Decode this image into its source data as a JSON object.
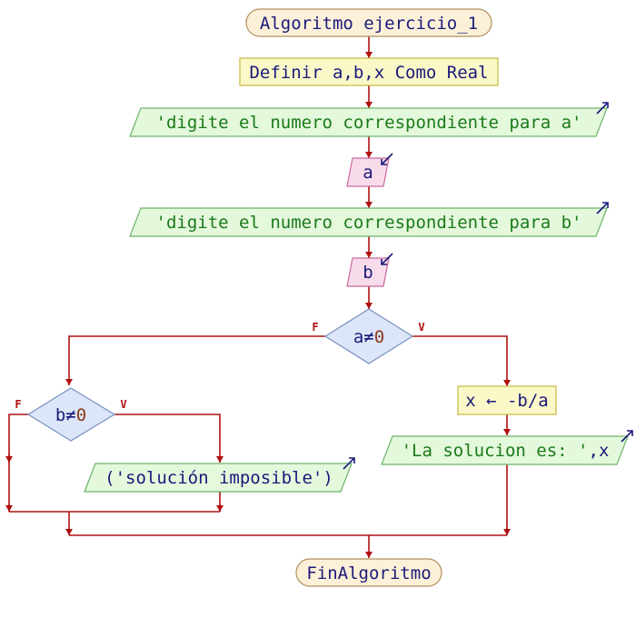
{
  "flowchart": {
    "start_label": "Algoritmo ejercicio_1",
    "define_label": "Definir a,b,x Como Real",
    "output1_label": "'digite el numero correspondiente para a'",
    "read_a_label": "a",
    "output2_label": "'digite el numero correspondiente para b'",
    "read_b_label": "b",
    "decision1": {
      "left": "a",
      "op": "≠",
      "right": "0"
    },
    "decision2": {
      "left": "b",
      "op": "≠",
      "right": "0"
    },
    "false_label": "F",
    "true_label": "V",
    "assign_label": "x ← -b/a",
    "output3": {
      "text": "'La solucion es: '",
      "suffix": ",x"
    },
    "output4_label": "('solución imposible')",
    "end_label": "FinAlgoritmo"
  },
  "colors": {
    "terminal_fill": "#fdf0d8",
    "terminal_stroke": "#b09060",
    "process_fill": "#fbf8c8",
    "process_stroke": "#c8b840",
    "output_fill": "#e4f8dc",
    "output_stroke": "#6ab46a",
    "input_fill": "#f8dcec",
    "input_stroke": "#c86a9a",
    "decision_fill": "#dce6f8",
    "decision_stroke": "#7890c0",
    "arrow": "#b01010"
  }
}
